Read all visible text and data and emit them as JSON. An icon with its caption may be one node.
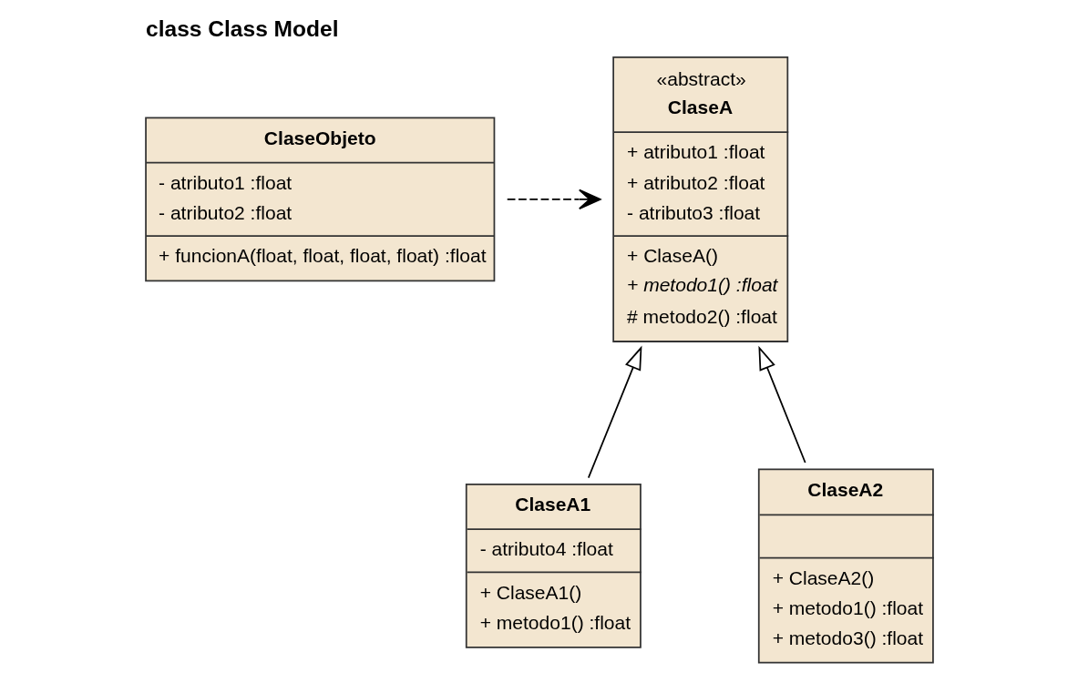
{
  "diagram": {
    "title": "class Class Model",
    "nodes": [
      {
        "text": [
          "ClaseObjeto",
          "- atributo1 :float",
          "- atributo2 :float",
          "+ funcionA(float, float, float, float) :float"
        ]
      },
      {
        "text": [
          "«abstract»",
          "ClaseA",
          "+ atributo1 :float",
          "+ atributo2 :float",
          "- atributo3 :float",
          "+ ClaseA()",
          "+ metodo1() :float",
          "# metodo2() :float"
        ]
      },
      {
        "text": [
          "ClaseA1",
          "- atributo4 :float",
          "+ ClaseA1()",
          "+ metodo1() :float"
        ]
      },
      {
        "text": [
          "ClaseA2",
          "+ ClaseA2()",
          "+ metodo1() :float",
          "+ metodo3() :float"
        ]
      }
    ],
    "edges": [
      {
        "from": 0,
        "to": 1,
        "arrow": "to",
        "style": "dashed"
      },
      {
        "from": 2,
        "to": 1,
        "arrow": "to"
      },
      {
        "from": 3,
        "to": 1,
        "arrow": "to"
      }
    ]
  }
}
